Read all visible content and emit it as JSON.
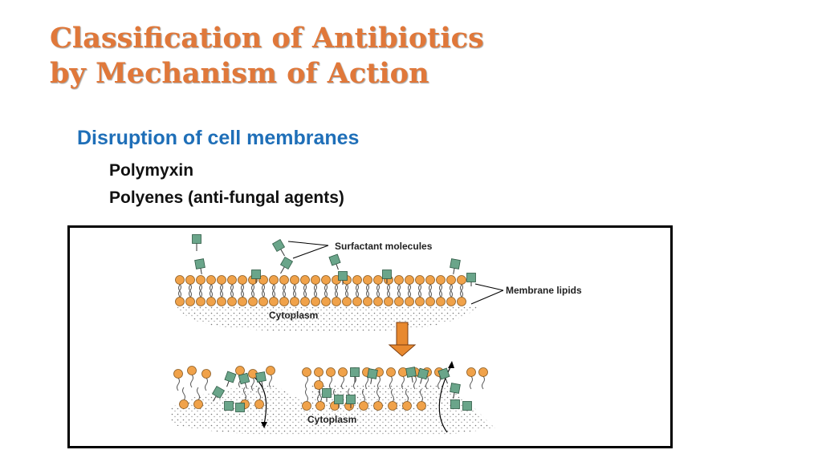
{
  "slide": {
    "title_line1": "Classification of Antibiotics",
    "title_line2": "by Mechanism of Action",
    "subheading": "Disruption of cell membranes",
    "items": [
      "Polymyxin",
      "Polyenes (anti-fungal agents)"
    ]
  },
  "figure": {
    "label_surfactant": "Surfactant molecules",
    "label_lipids": "Membrane lipids",
    "label_cytoplasm_top": "Cytoplasm",
    "label_cytoplasm_bottom": "Cytoplasm",
    "colors": {
      "lipid": "#f0a24a",
      "surfactant": "#6aa58a",
      "arrow": "#e8892f",
      "title": "#e0783a",
      "subheading": "#1f6fb8"
    }
  }
}
